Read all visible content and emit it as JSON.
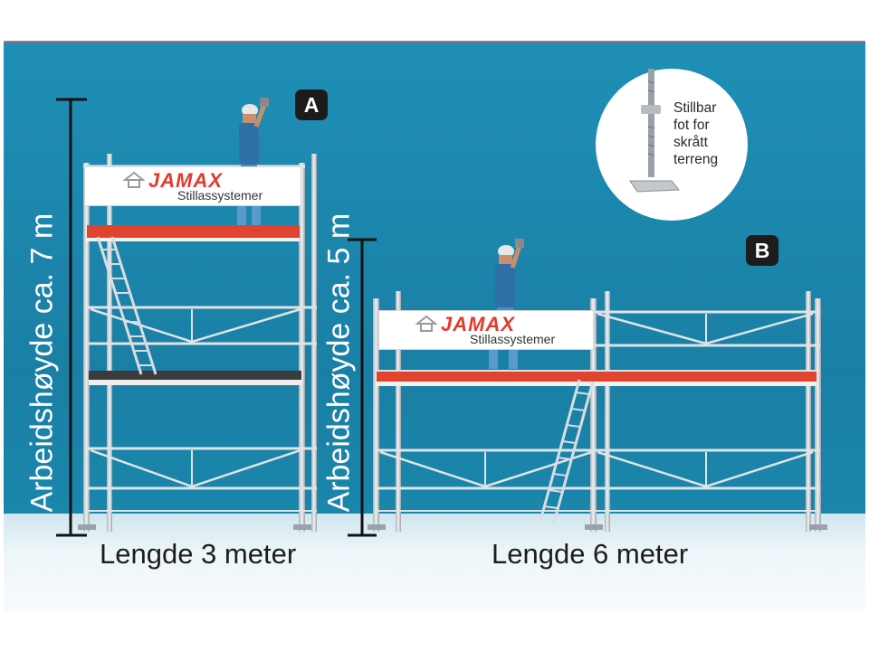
{
  "title": "",
  "scaffold_a": {
    "badge": "A",
    "height_label": "Arbeidshøyde ca. 7 m",
    "length_label": "Lengde 3 meter",
    "brand": "JAMAX",
    "brand_tag": "Stillassystemer"
  },
  "scaffold_b": {
    "badge": "B",
    "height_label": "Arbeidshøyde ca. 5 m",
    "length_label": "Lengde 6 meter",
    "brand": "JAMAX",
    "brand_tag": "Stillassystemer"
  },
  "callout": {
    "lines": [
      "Stillbar",
      "fot for",
      "skrått",
      "terreng"
    ]
  },
  "colors": {
    "wall": "#1f8bb0",
    "deck": "#e0442e",
    "brand": "#e23b2e",
    "frame": "#d6dade"
  }
}
